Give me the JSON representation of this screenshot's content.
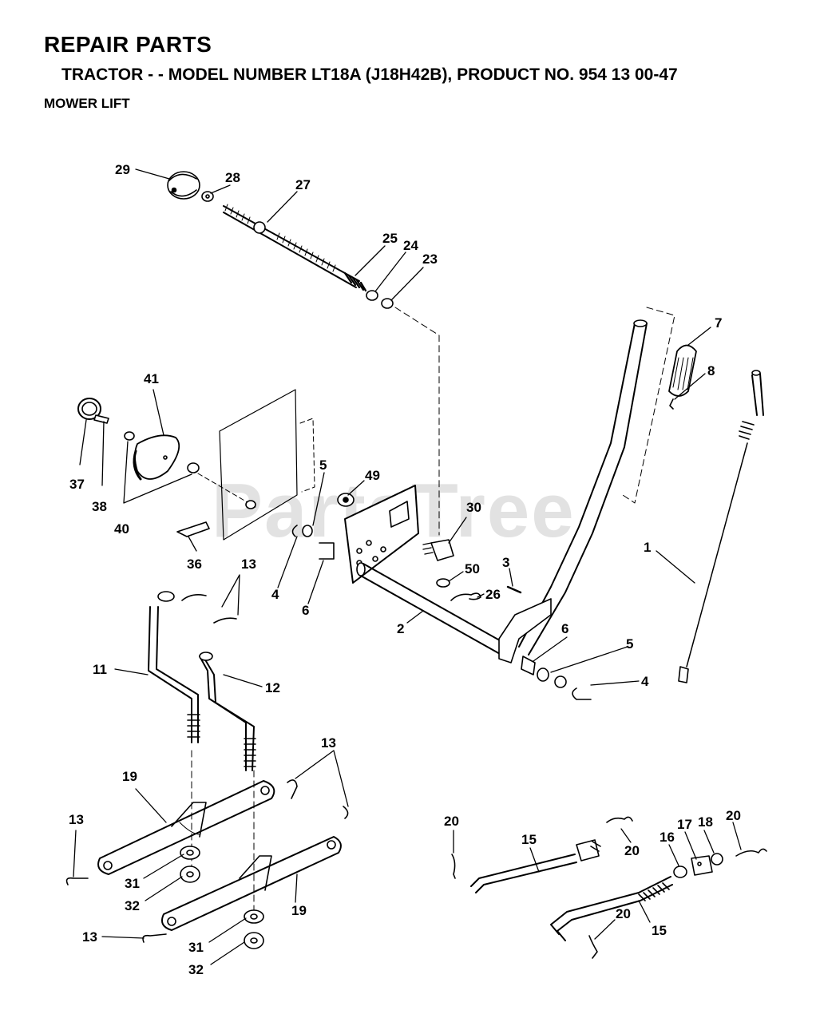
{
  "header": {
    "title": "REPAIR PARTS",
    "subtitle": "TRACTOR - - MODEL NUMBER LT18A (J18H42B), PRODUCT NO. 954 13 00-47",
    "section": "MOWER LIFT"
  },
  "watermark": "PartsTree",
  "callouts": [
    {
      "id": "c29",
      "text": "29"
    },
    {
      "id": "c28",
      "text": "28"
    },
    {
      "id": "c27",
      "text": "27"
    },
    {
      "id": "c25",
      "text": "25"
    },
    {
      "id": "c24",
      "text": "24"
    },
    {
      "id": "c23",
      "text": "23"
    },
    {
      "id": "c7",
      "text": "7"
    },
    {
      "id": "c8",
      "text": "8"
    },
    {
      "id": "c41",
      "text": "41"
    },
    {
      "id": "c37",
      "text": "37"
    },
    {
      "id": "c38",
      "text": "38"
    },
    {
      "id": "c40",
      "text": "40"
    },
    {
      "id": "c5a",
      "text": "5"
    },
    {
      "id": "c49",
      "text": "49"
    },
    {
      "id": "c30",
      "text": "30"
    },
    {
      "id": "c36",
      "text": "36"
    },
    {
      "id": "c4a",
      "text": "4"
    },
    {
      "id": "c6a",
      "text": "6"
    },
    {
      "id": "c50",
      "text": "50"
    },
    {
      "id": "c3",
      "text": "3"
    },
    {
      "id": "c26",
      "text": "26"
    },
    {
      "id": "c1",
      "text": "1"
    },
    {
      "id": "c13a",
      "text": "13"
    },
    {
      "id": "c11",
      "text": "11"
    },
    {
      "id": "c2",
      "text": "2"
    },
    {
      "id": "c6b",
      "text": "6"
    },
    {
      "id": "c5b",
      "text": "5"
    },
    {
      "id": "c4b",
      "text": "4"
    },
    {
      "id": "c12",
      "text": "12"
    },
    {
      "id": "c13b",
      "text": "13"
    },
    {
      "id": "c19a",
      "text": "19"
    },
    {
      "id": "c13c",
      "text": "13"
    },
    {
      "id": "c20a",
      "text": "20"
    },
    {
      "id": "c15a",
      "text": "15"
    },
    {
      "id": "c20b",
      "text": "20"
    },
    {
      "id": "c16",
      "text": "16"
    },
    {
      "id": "c17",
      "text": "17"
    },
    {
      "id": "c18",
      "text": "18"
    },
    {
      "id": "c20c",
      "text": "20"
    },
    {
      "id": "c31a",
      "text": "31"
    },
    {
      "id": "c32a",
      "text": "32"
    },
    {
      "id": "c19b",
      "text": "19"
    },
    {
      "id": "c13d",
      "text": "13"
    },
    {
      "id": "c31b",
      "text": "31"
    },
    {
      "id": "c32b",
      "text": "32"
    },
    {
      "id": "c20d",
      "text": "20"
    },
    {
      "id": "c15b",
      "text": "15"
    }
  ]
}
